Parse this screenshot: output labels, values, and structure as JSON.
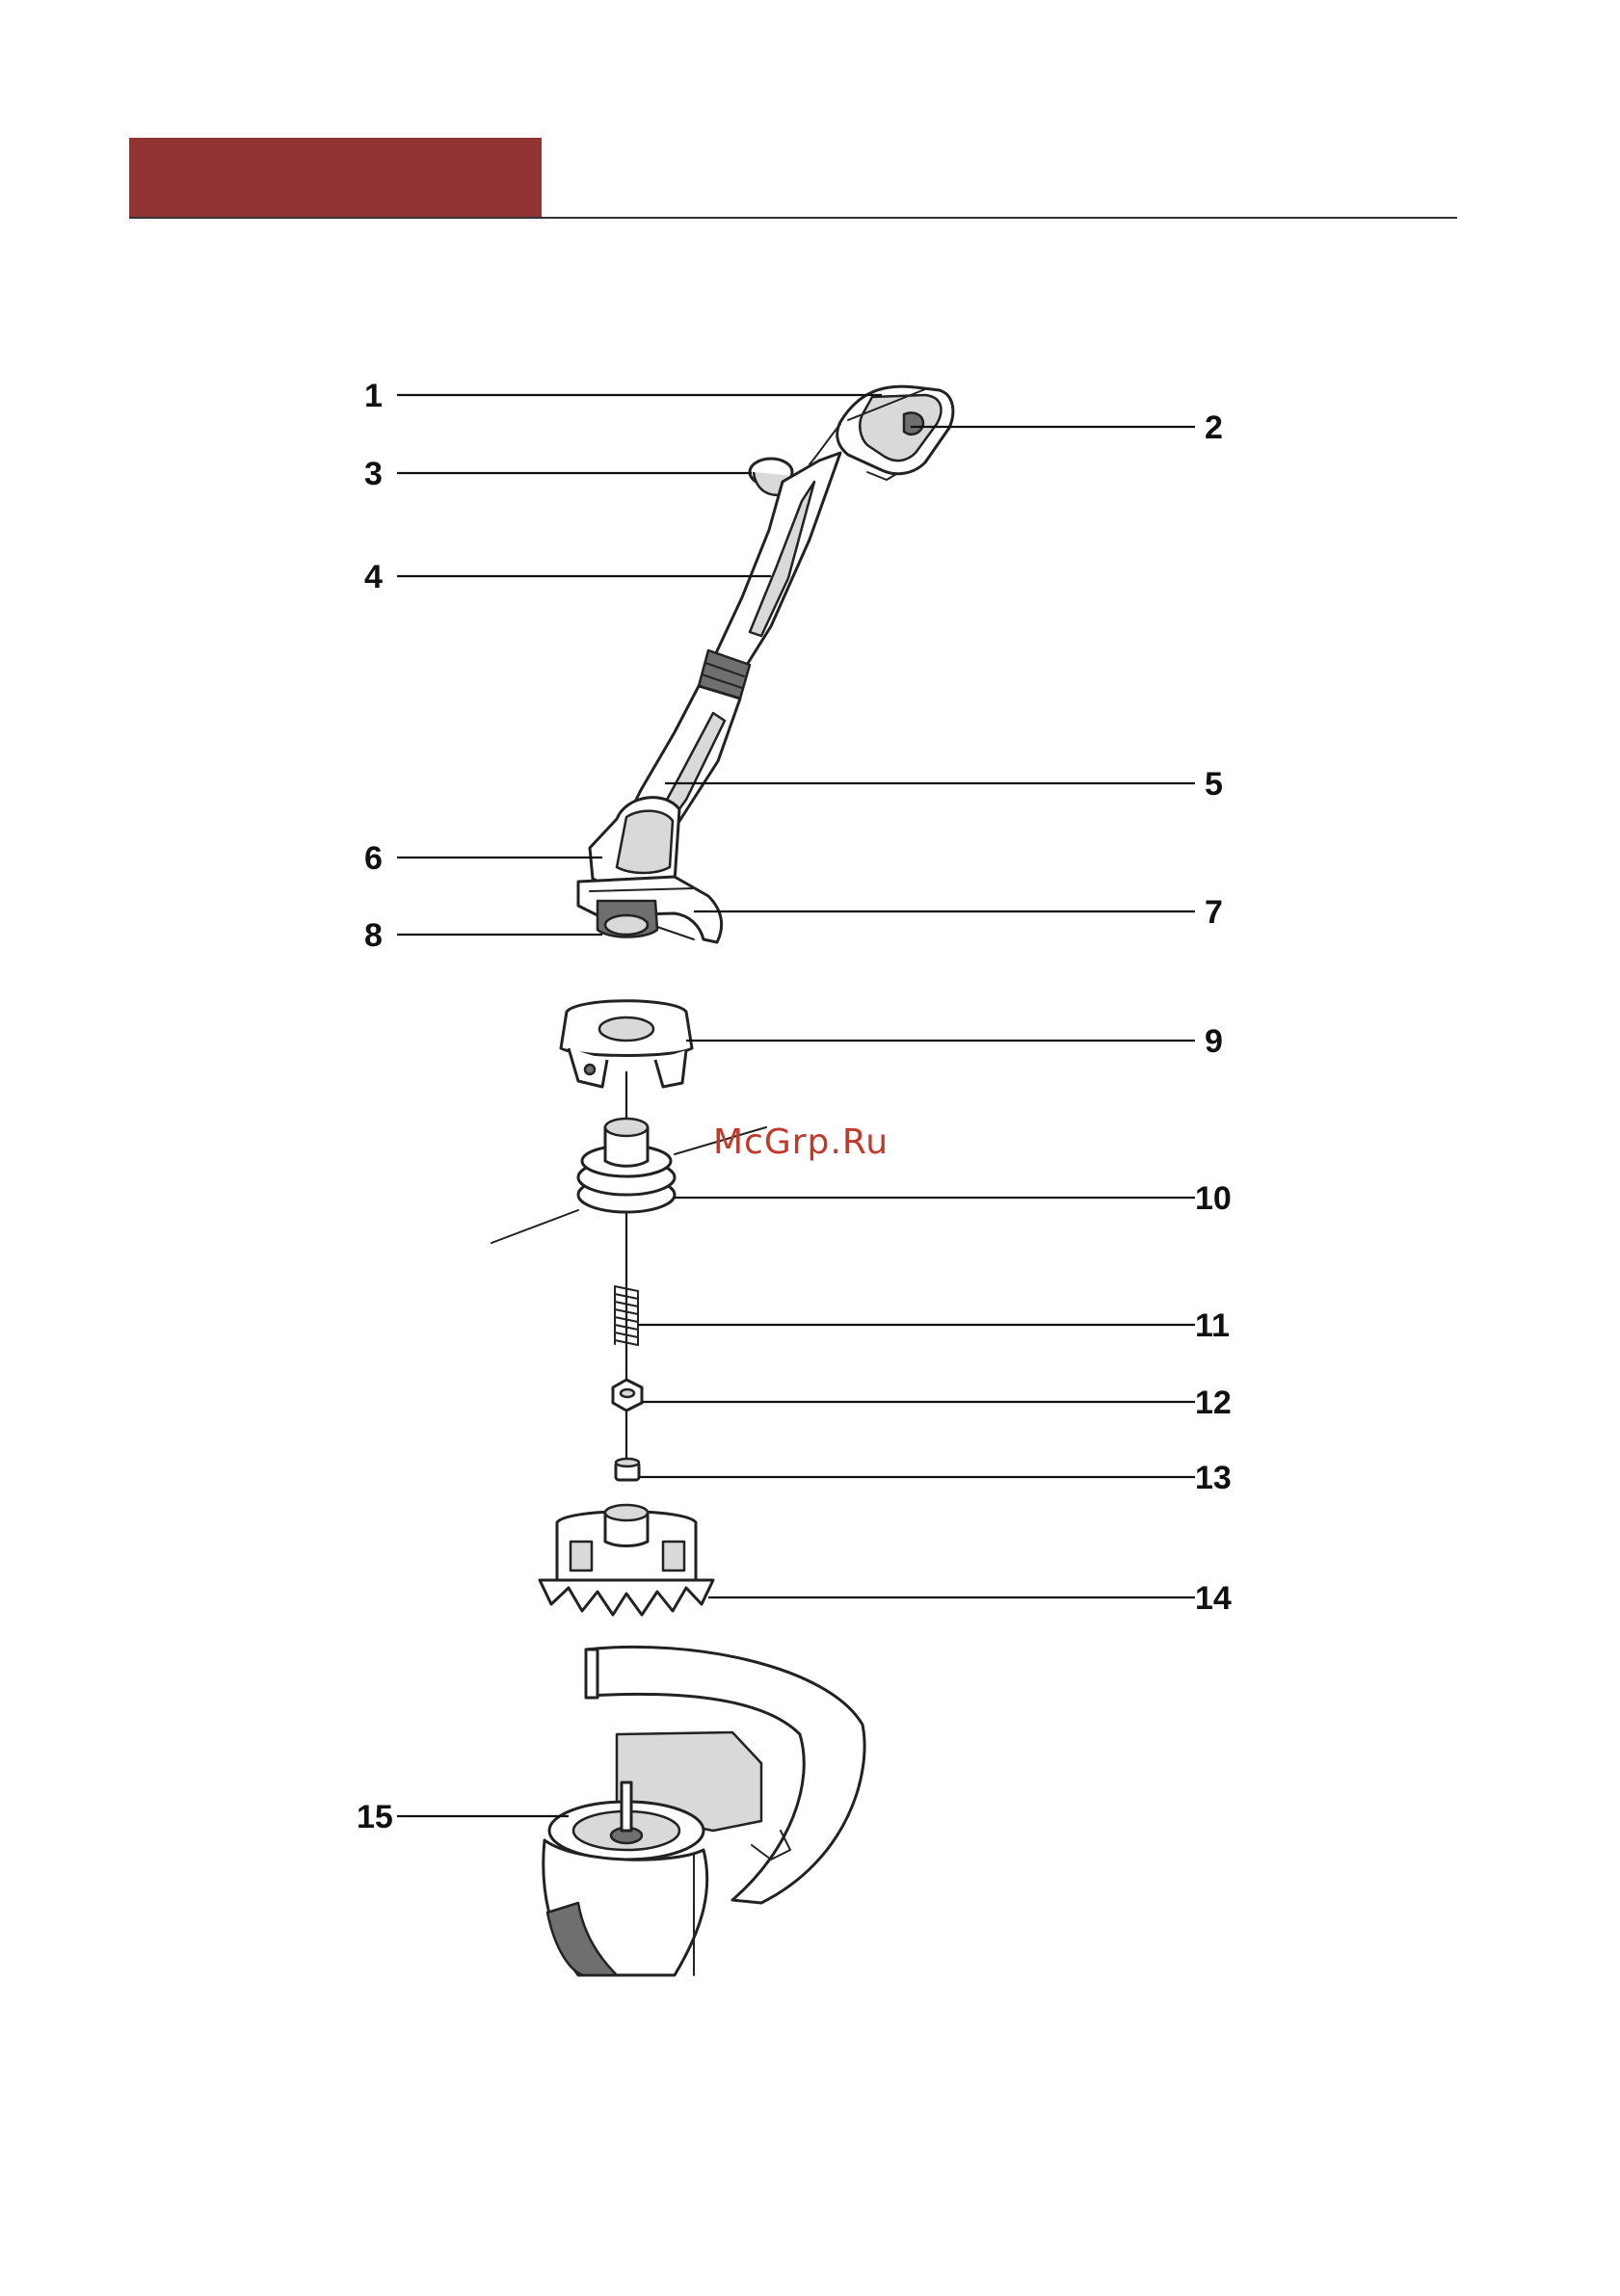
{
  "header": {
    "accent_color": "#933434",
    "rule_color": "#333333"
  },
  "watermark": "McGrp.Ru",
  "callouts": {
    "c1": "1",
    "c2": "2",
    "c3": "3",
    "c4": "4",
    "c5": "5",
    "c6": "6",
    "c7": "7",
    "c8": "8",
    "c9": "9",
    "c10": "10",
    "c11": "11",
    "c12": "12",
    "c13": "13",
    "c14": "14",
    "c15": "15"
  },
  "parts": {
    "p1": "handle-grip-icon",
    "p2": "trigger-switch-icon",
    "p3": "auxiliary-handle-knob-icon",
    "p4": "upper-shaft-icon",
    "p5": "lower-shaft-icon",
    "p6": "motor-housing-icon",
    "p7": "guard-icon",
    "p8": "spool-head-icon",
    "p9": "spool-cap-icon",
    "p10": "line-spool-icon",
    "p11": "spring-icon",
    "p12": "nut-icon",
    "p13": "bushing-icon",
    "p14": "spool-holder-icon",
    "p15": "spool-seat-icon"
  }
}
